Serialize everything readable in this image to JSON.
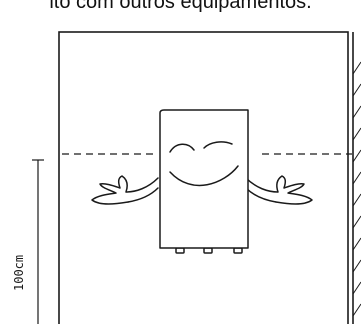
{
  "caption": "ito com outros equipamentos.",
  "dimension": {
    "label": "100cm"
  },
  "colors": {
    "stroke": "#1a1a1a",
    "background": "#ffffff"
  },
  "icons": [
    "smiling-box-character",
    "wall-hatching"
  ]
}
